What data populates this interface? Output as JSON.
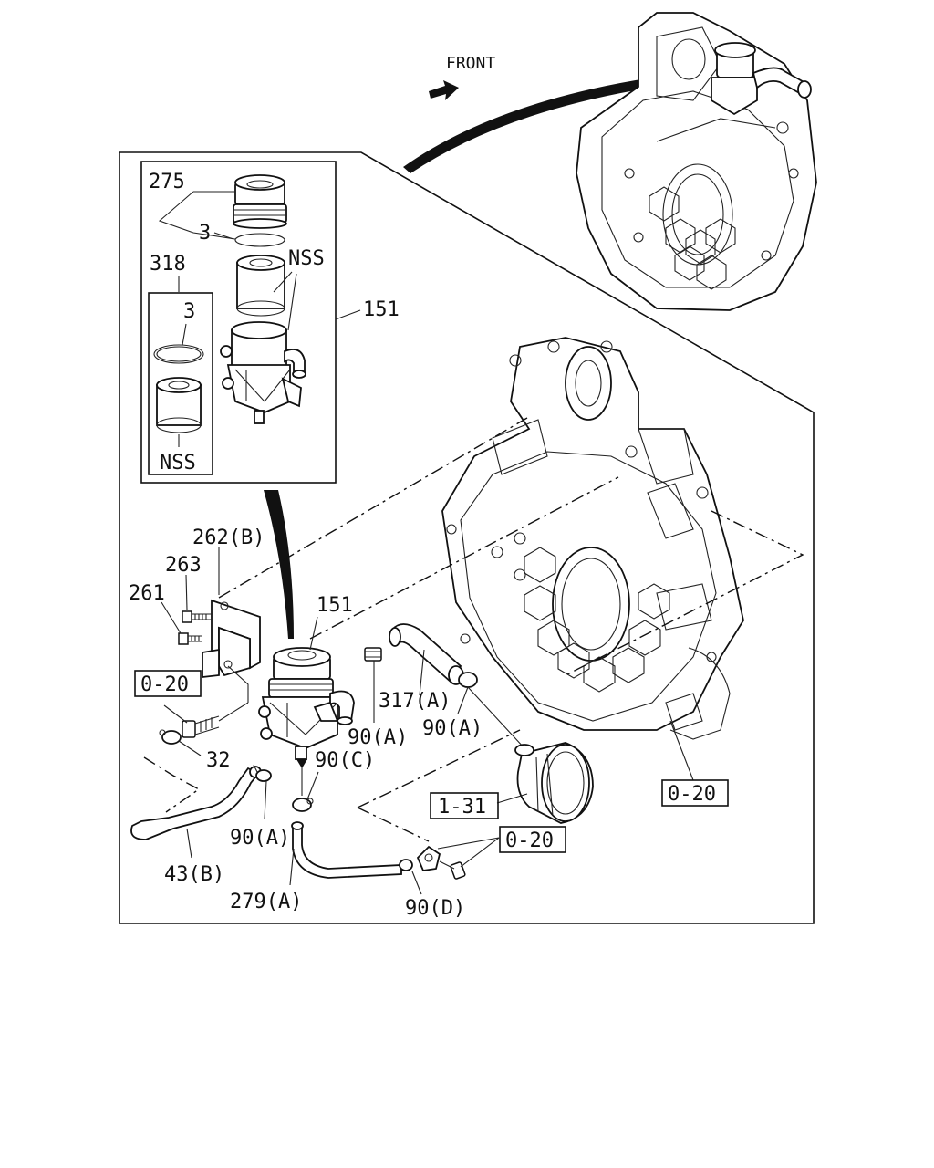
{
  "labels": {
    "front": "FRONT",
    "p275": "275",
    "p3_top": "3",
    "p318": "318",
    "p3_inner": "3",
    "nss_top": "NSS",
    "nss_bottom": "NSS",
    "p151_inset": "151",
    "p262b": "262(B)",
    "p263": "263",
    "p261": "261",
    "p151_main": "151",
    "ref_020_left": "0-20",
    "p32": "32",
    "p43b": "43(B)",
    "p90a_left": "90(A)",
    "p90c": "90(C)",
    "p90a_mid": "90(A)",
    "p317a": "317(A)",
    "p90a_right": "90(A)",
    "p279a": "279(A)",
    "p90d": "90(D)",
    "ref_131": "1-31",
    "ref_020_bottom": "0-20",
    "ref_020_right": "0-20"
  }
}
